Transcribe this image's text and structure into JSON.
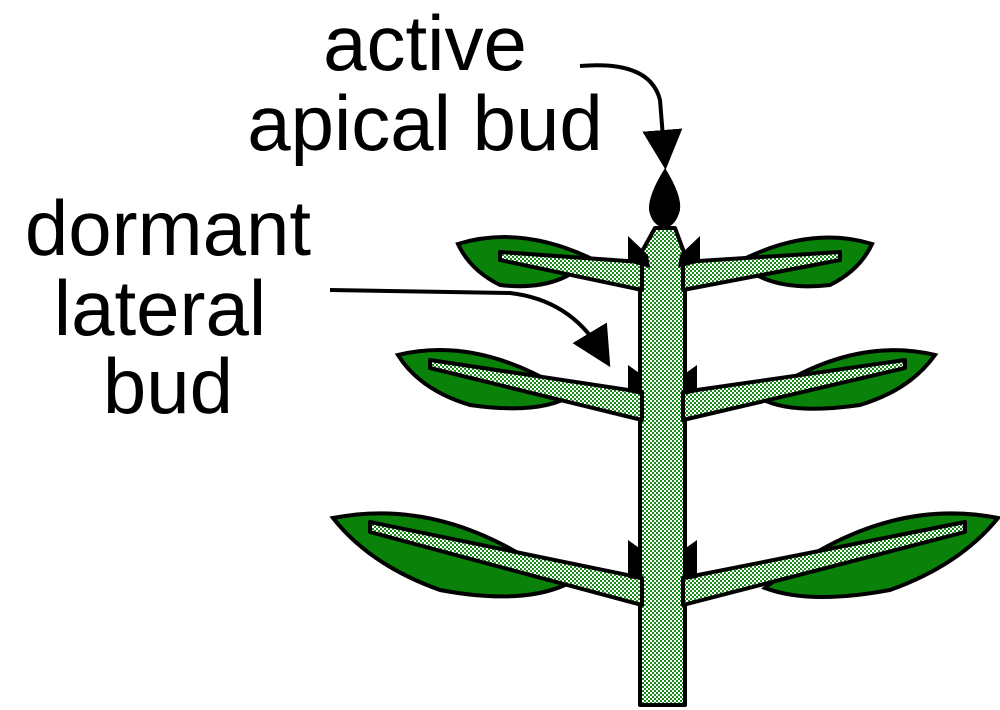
{
  "labels": {
    "active_line1": "active",
    "active_line2": "apical bud",
    "dormant_line1": "dormant",
    "dormant_line2": "lateral",
    "dormant_line3": "bud"
  },
  "colors": {
    "leaf": "#0a820a",
    "stem": "#8cc88c",
    "outline": "#000000"
  }
}
